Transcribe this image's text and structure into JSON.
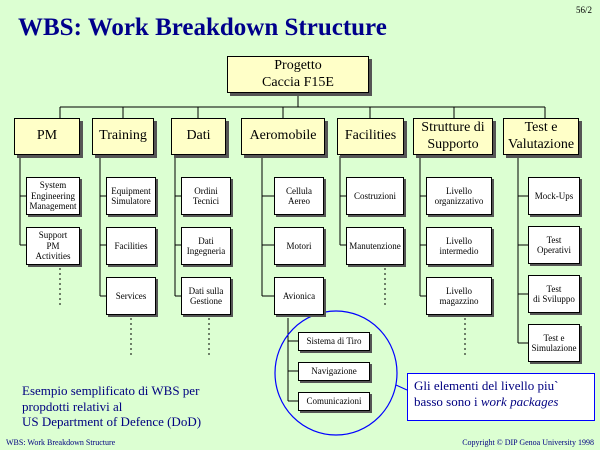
{
  "page_number": "56/2",
  "title": "WBS: Work Breakdown Structure",
  "root": "Progetto\nCaccia F15E",
  "columns": [
    {
      "label": "PM",
      "items": [
        "System\nEngineering\nManagement",
        "Support\nPM\nActivities"
      ]
    },
    {
      "label": "Training",
      "items": [
        "Equipment\nSimulatore",
        "Facilities",
        "Services"
      ]
    },
    {
      "label": "Dati",
      "items": [
        "Ordini\nTecnici",
        "Dati\nIngegneria",
        "Dati sulla\nGestione"
      ]
    },
    {
      "label": "Aeromobile",
      "items": [
        "Cellula\nAereo",
        "Motori",
        "Avionica"
      ]
    },
    {
      "label": "Facilities",
      "items": [
        "Costruzioni",
        "Manutenzione"
      ]
    },
    {
      "label": "Strutture di\nSupporto",
      "items": [
        "Livello\norganizzativo",
        "Livello\nintermedio",
        "Livello\nmagazzino"
      ]
    },
    {
      "label": "Test e\nValutazione",
      "items": [
        "Mock-Ups",
        "Test\nOperativi",
        "Test\ndi Sviluppo",
        "Test e\nSimulazione"
      ]
    }
  ],
  "avionica_sub": [
    "Sistema di Tiro",
    "Navigazione",
    "Comunicazioni"
  ],
  "note": "Esempio semplificato di WBS per\npropdotti relativi al\nUS Department of Defence (DoD)",
  "callout": {
    "text": "Gli elementi del livello piu` basso sono i",
    "emphasis": "work packages"
  },
  "footer_left": "WBS: Work Breakdown Structure",
  "footer_right": "Copyright © DIP Genoa University 1998",
  "colors": {
    "background": "#dcffd2",
    "title": "#00008b",
    "box_fill": "#ffffc8",
    "leaf_fill": "#ffffff",
    "circle": "#0000ff"
  }
}
